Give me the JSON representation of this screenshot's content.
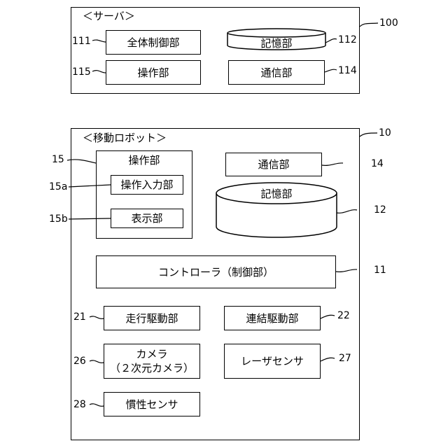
{
  "server": {
    "title": "＜サーバ＞",
    "ref": "100",
    "control": {
      "label": "全体制御部",
      "ref": "111"
    },
    "storage": {
      "label": "記憶部",
      "ref": "112"
    },
    "operation": {
      "label": "操作部",
      "ref": "115"
    },
    "communication": {
      "label": "通信部",
      "ref": "114"
    }
  },
  "robot": {
    "title": "＜移動ロボット＞",
    "ref": "10",
    "operation": {
      "label": "操作部",
      "ref": "15",
      "input": {
        "label": "操作入力部",
        "ref": "15a"
      },
      "display": {
        "label": "表示部",
        "ref": "15b"
      }
    },
    "communication": {
      "label": "通信部",
      "ref": "14"
    },
    "storage": {
      "label": "記憶部",
      "ref": "12"
    },
    "controller": {
      "label": "コントローラ（制御部）",
      "ref": "11"
    },
    "drive": {
      "label": "走行駆動部",
      "ref": "21"
    },
    "coupling": {
      "label": "連結駆動部",
      "ref": "22"
    },
    "camera": {
      "label_line1": "カメラ",
      "label_line2": "（２次元カメラ）",
      "ref": "26"
    },
    "laser": {
      "label": "レーザセンサ",
      "ref": "27"
    },
    "inertial": {
      "label": "慣性センサ",
      "ref": "28"
    }
  }
}
